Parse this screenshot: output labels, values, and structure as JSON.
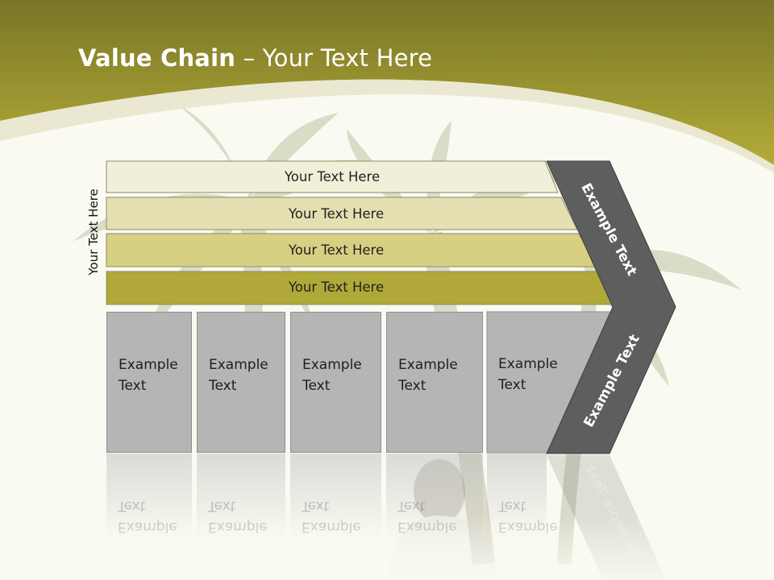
{
  "slide": {
    "title_bold": "Value Chain",
    "title_rest": " – Your Text Here",
    "vertical_label": "Your Text Here"
  },
  "bars": [
    {
      "label": "Your Text Here",
      "color": "#f2efd9"
    },
    {
      "label": "Your Text Here",
      "color": "#e4e0b1"
    },
    {
      "label": "Your Text Here",
      "color": "#d7d082"
    },
    {
      "label": "Your Text Here",
      "color": "#b0a838"
    }
  ],
  "boxes": [
    {
      "label": "Example Text"
    },
    {
      "label": "Example Text"
    },
    {
      "label": "Example Text"
    },
    {
      "label": "Example Text"
    },
    {
      "label": "Example Text"
    }
  ],
  "chevron": {
    "top_label": "Example Text",
    "bottom_label": "Example Text",
    "color": "#5e5e5e"
  },
  "colors": {
    "header": "#a7a030",
    "background": "#fbfaf2"
  }
}
